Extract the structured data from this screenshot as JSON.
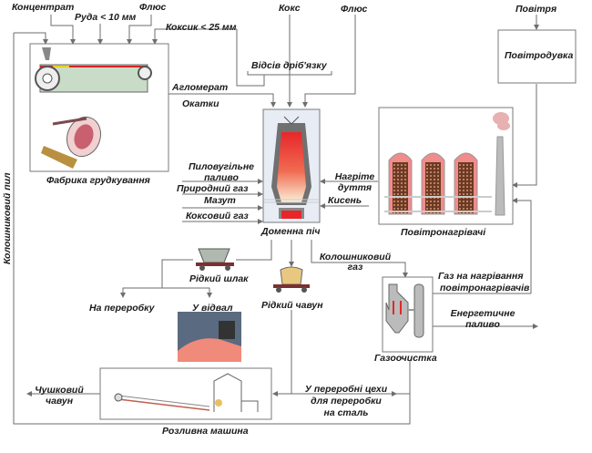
{
  "diagram": {
    "title": "Blast furnace production flow",
    "inputs": {
      "concentrate": "Концентрат",
      "ore": "Руда < 10 мм",
      "flux_sinter": "Флюс",
      "coke_fines": "Коксик < 25 мм",
      "coke": "Кокс",
      "flux_furnace": "Флюс",
      "air": "Повітря"
    },
    "screening": "Відсів дріб'язку",
    "sinter_products": {
      "agglomerate": "Агломерат",
      "pellets": "Окатки"
    },
    "units": {
      "pelletizing_plant": "Фабрика грудкування",
      "blast_furnace": "Доменна піч",
      "blower": "Повітродувка",
      "stoves": "Повітронагрівачі",
      "gas_cleaning": "Газоочистка",
      "casting_machine": "Розливна машина"
    },
    "furnace_injections": {
      "pulverized_coal_line1": "Пиловугільне",
      "pulverized_coal_line2": "паливо",
      "natural_gas": "Природний газ",
      "fuel_oil": "Мазут",
      "coke_oven_gas": "Коксовий газ"
    },
    "hot_blast_line1": "Нагріте",
    "hot_blast_line2": "дуття",
    "oxygen": "Кисень",
    "top_gas_line1": "Колошниковий",
    "top_gas_line2": "газ",
    "top_dust": "Колошниковий пил",
    "stove_gas_line1": "Газ на нагрівання",
    "stove_gas_line2": "повітронагрівачів",
    "energy_fuel_line1": "Енергетичне",
    "energy_fuel_line2": "паливо",
    "liquid_slag": "Рідкий шлак",
    "to_processing": "На переробку",
    "to_dump": "У відвал",
    "liquid_iron": "Рідкий чавун",
    "pig_iron_line1": "Чушковий",
    "pig_iron_line2": "чавун",
    "steel_shops_line1": "У переробні цехи",
    "steel_shops_line2": "для переробки",
    "steel_shops_line3": "на сталь"
  },
  "colors": {
    "line": "#6e6e6e",
    "box_border": "#7a7a7a",
    "hot_red": "#e8262a",
    "stove_pink": "#f08c8c",
    "checker_brown": "#6b3a24",
    "conveyor_green": "#c8dcc8",
    "furnace_wall": "#707070"
  }
}
